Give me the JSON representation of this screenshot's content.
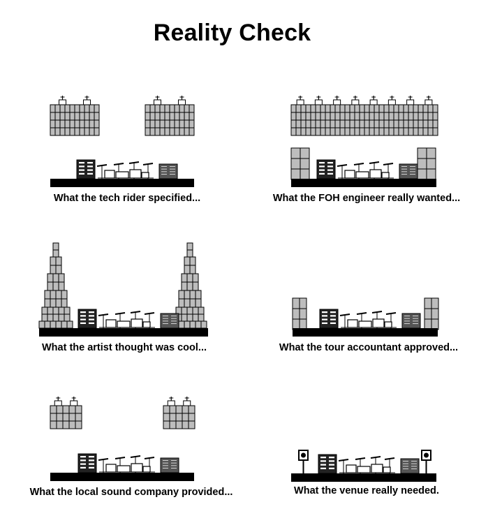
{
  "title": "Reality Check",
  "panels": [
    {
      "id": "tech-rider",
      "caption": "What the tech rider specified..."
    },
    {
      "id": "foh-engineer",
      "caption": "What the FOH engineer really wanted..."
    },
    {
      "id": "artist",
      "caption": "What the artist thought was cool..."
    },
    {
      "id": "tour-accountant",
      "caption": "What the tour accountant approved..."
    },
    {
      "id": "local-sound-company",
      "caption": "What the local sound company provided..."
    },
    {
      "id": "venue",
      "caption": "What the venue really needed."
    }
  ],
  "colors": {
    "speaker_fill": "#bdbdbd",
    "stage_fill": "#000000",
    "line": "#000000",
    "background": "#ffffff"
  }
}
